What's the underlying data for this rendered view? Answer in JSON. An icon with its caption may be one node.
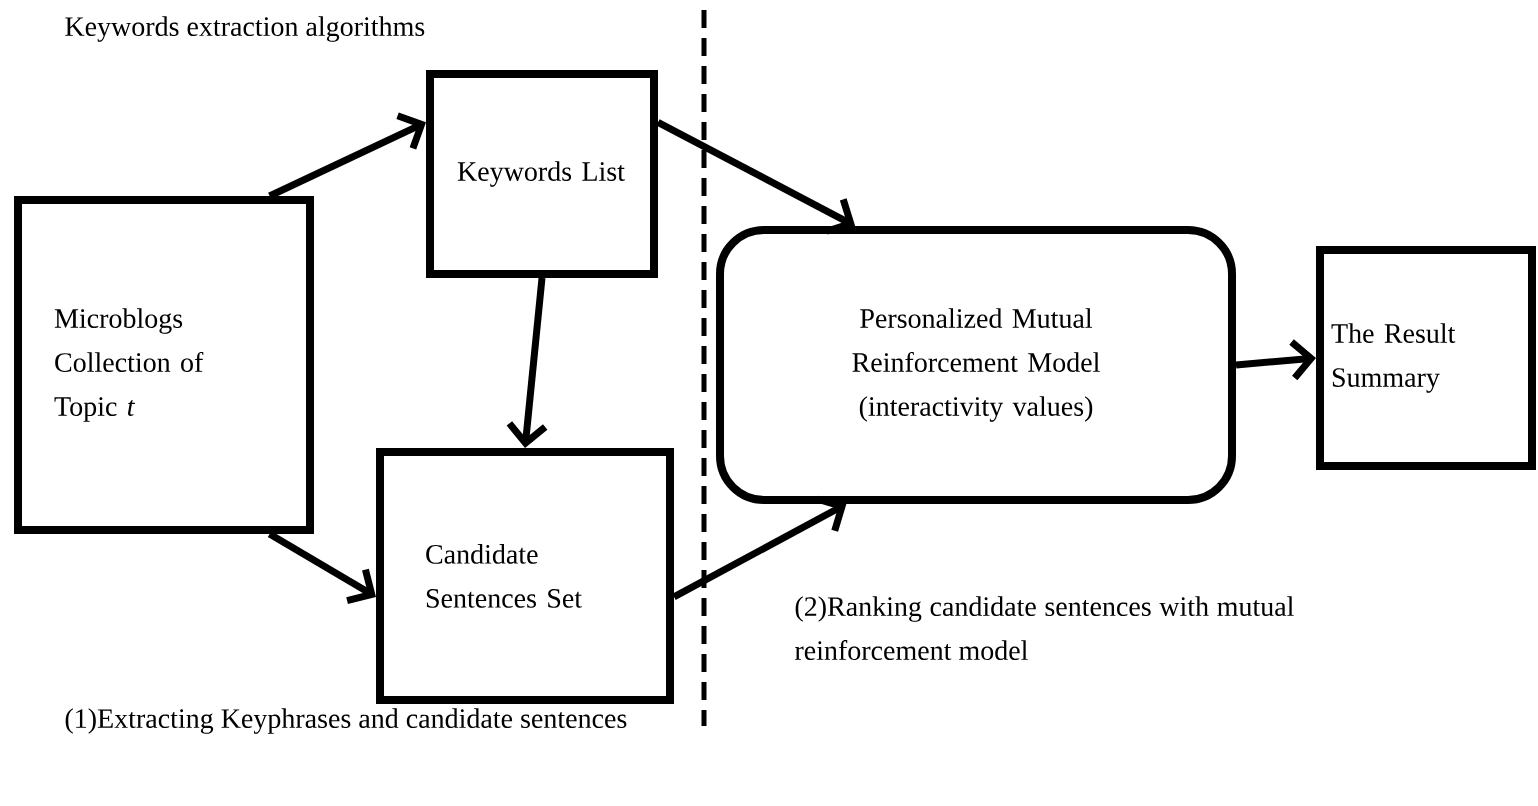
{
  "diagram": {
    "nodes": [
      {
        "text": [
          "Microblogs Collection of Topic *t*"
        ]
      },
      {
        "text": [
          "Keywords List"
        ]
      },
      {
        "text": [
          "Candidate Sentences Set"
        ]
      },
      {
        "text": [
          "Personalized Mutual Reinforcement Model (interactivity values)"
        ]
      },
      {
        "text": [
          "The Result Summary"
        ]
      }
    ],
    "edges": [
      {
        "from": 0,
        "to": 1,
        "arrow": "to"
      },
      {
        "from": 0,
        "to": 2,
        "arrow": "to"
      },
      {
        "from": 1,
        "to": 2,
        "arrow": "to"
      },
      {
        "from": 1,
        "to": 3,
        "arrow": "to"
      },
      {
        "from": 2,
        "to": 3,
        "arrow": "to"
      },
      {
        "from": 3,
        "to": 4,
        "arrow": "to"
      }
    ],
    "labels": [
      "Keywords extraction algorithms",
      "(1)Extracting Keyphrases and candidate sentences",
      "(2)Ranking candidate sentences with mutual reinforcement model"
    ]
  }
}
